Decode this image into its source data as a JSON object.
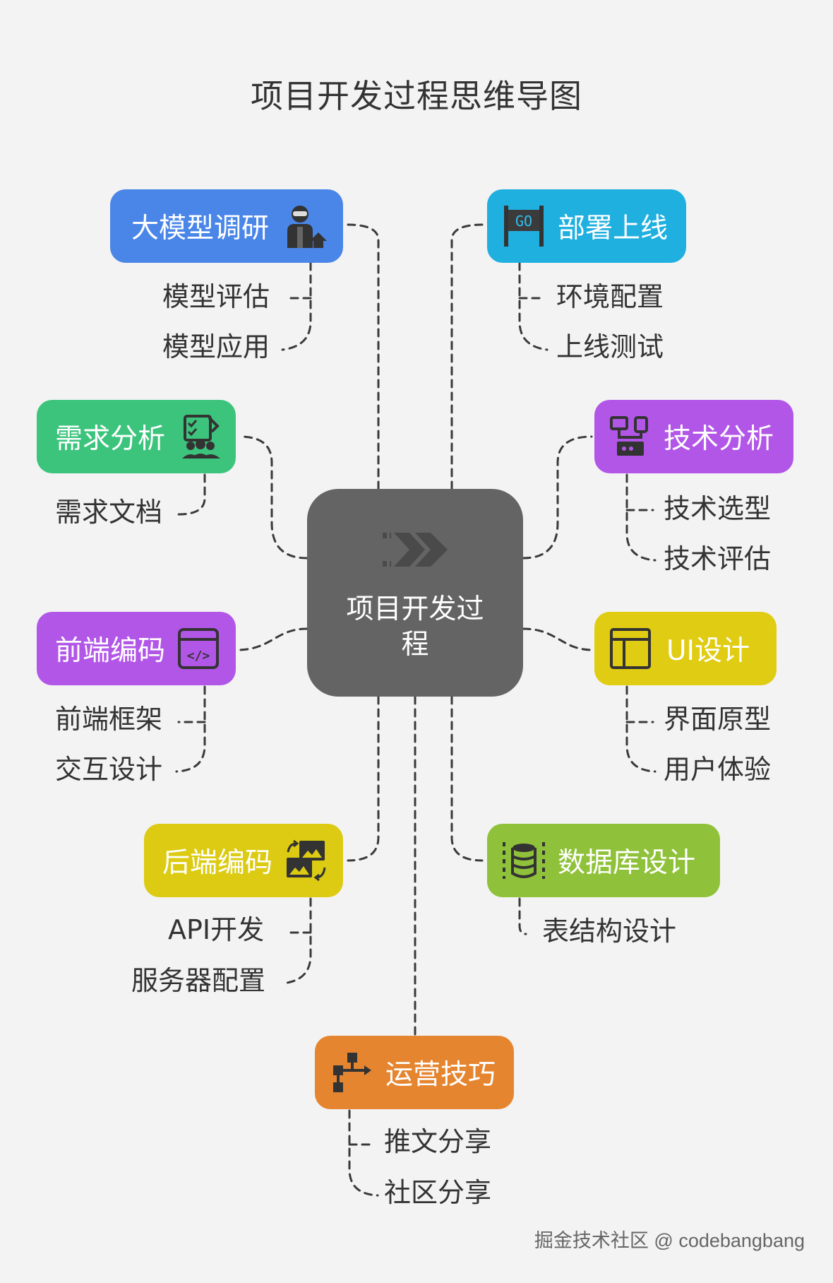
{
  "title": "项目开发过程思维导图",
  "center": {
    "label": "项目开发过程",
    "icon": "forward-arrows-icon"
  },
  "branches": {
    "research": {
      "label": "大模型调研",
      "color": "#4a86e8",
      "icon": "ai-engineer-icon",
      "children": [
        "模型评估",
        "模型应用"
      ]
    },
    "deploy": {
      "label": "部署上线",
      "color": "#1fb0e0",
      "icon": "go-flag-icon",
      "icon_text": "GO",
      "children": [
        "环境配置",
        "上线测试"
      ]
    },
    "requirements": {
      "label": "需求分析",
      "color": "#3cc47c",
      "icon": "checklist-team-icon",
      "children": [
        "需求文档"
      ]
    },
    "tech": {
      "label": "技术分析",
      "color": "#b256e8",
      "icon": "network-devices-icon",
      "children": [
        "技术选型",
        "技术评估"
      ]
    },
    "frontend": {
      "label": "前端编码",
      "color": "#b256e8",
      "icon": "code-window-icon",
      "icon_text": "</>",
      "children": [
        "前端框架",
        "交互设计"
      ]
    },
    "ui": {
      "label": "UI设计",
      "color": "#e0cc12",
      "icon": "layout-window-icon",
      "children": [
        "界面原型",
        "用户体验"
      ]
    },
    "backend": {
      "label": "后端编码",
      "color": "#dccb12",
      "icon": "image-sync-icon",
      "children": [
        "API开发",
        "服务器配置"
      ]
    },
    "database": {
      "label": "数据库设计",
      "color": "#8fc23a",
      "icon": "database-icon",
      "children": [
        "表结构设计"
      ]
    },
    "operations": {
      "label": "运营技巧",
      "color": "#e68530",
      "icon": "workflow-icon",
      "children": [
        "推文分享",
        "社区分享"
      ]
    }
  },
  "footer": "掘金技术社区 @ codebangbang"
}
